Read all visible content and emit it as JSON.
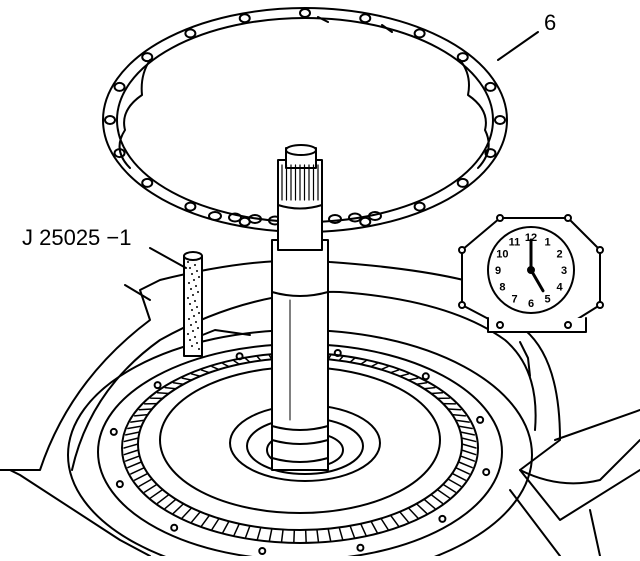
{
  "labels": {
    "callout_gasket": "6",
    "callout_tool": "J 25025 −1"
  },
  "clock": {
    "numbers": [
      "12",
      "1",
      "2",
      "3",
      "4",
      "5",
      "6",
      "7",
      "8",
      "9",
      "10",
      "11"
    ],
    "hour": 5,
    "minute": 0
  },
  "colors": {
    "line": "#000000",
    "fill": "#ffffff"
  },
  "icons": [
    "clock-position-icon"
  ]
}
